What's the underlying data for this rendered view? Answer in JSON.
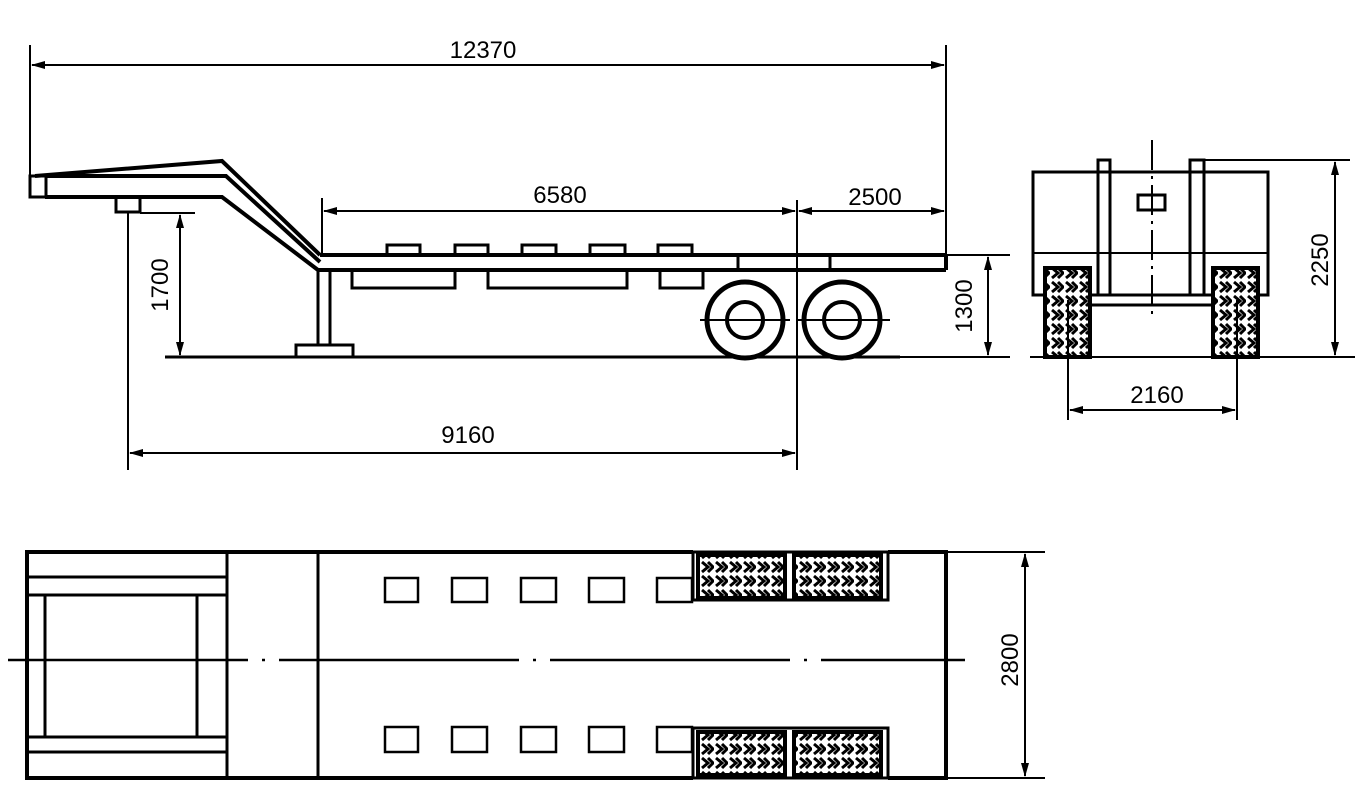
{
  "title": "Low-bed semitrailer dimensional drawing",
  "side_view": {
    "overall_length": "12370",
    "deck_length": "6580",
    "rear_overhang": "2500",
    "kingpin_to_axle": "9160",
    "fifth_wheel_height": "1700",
    "deck_height": "1300"
  },
  "rear_view": {
    "overall_height": "2250",
    "track_width": "2160"
  },
  "top_view": {
    "overall_width": "2800"
  },
  "colors": {
    "line": "#000000",
    "background": "#ffffff",
    "tire_hatch": "#d8d8d8"
  }
}
